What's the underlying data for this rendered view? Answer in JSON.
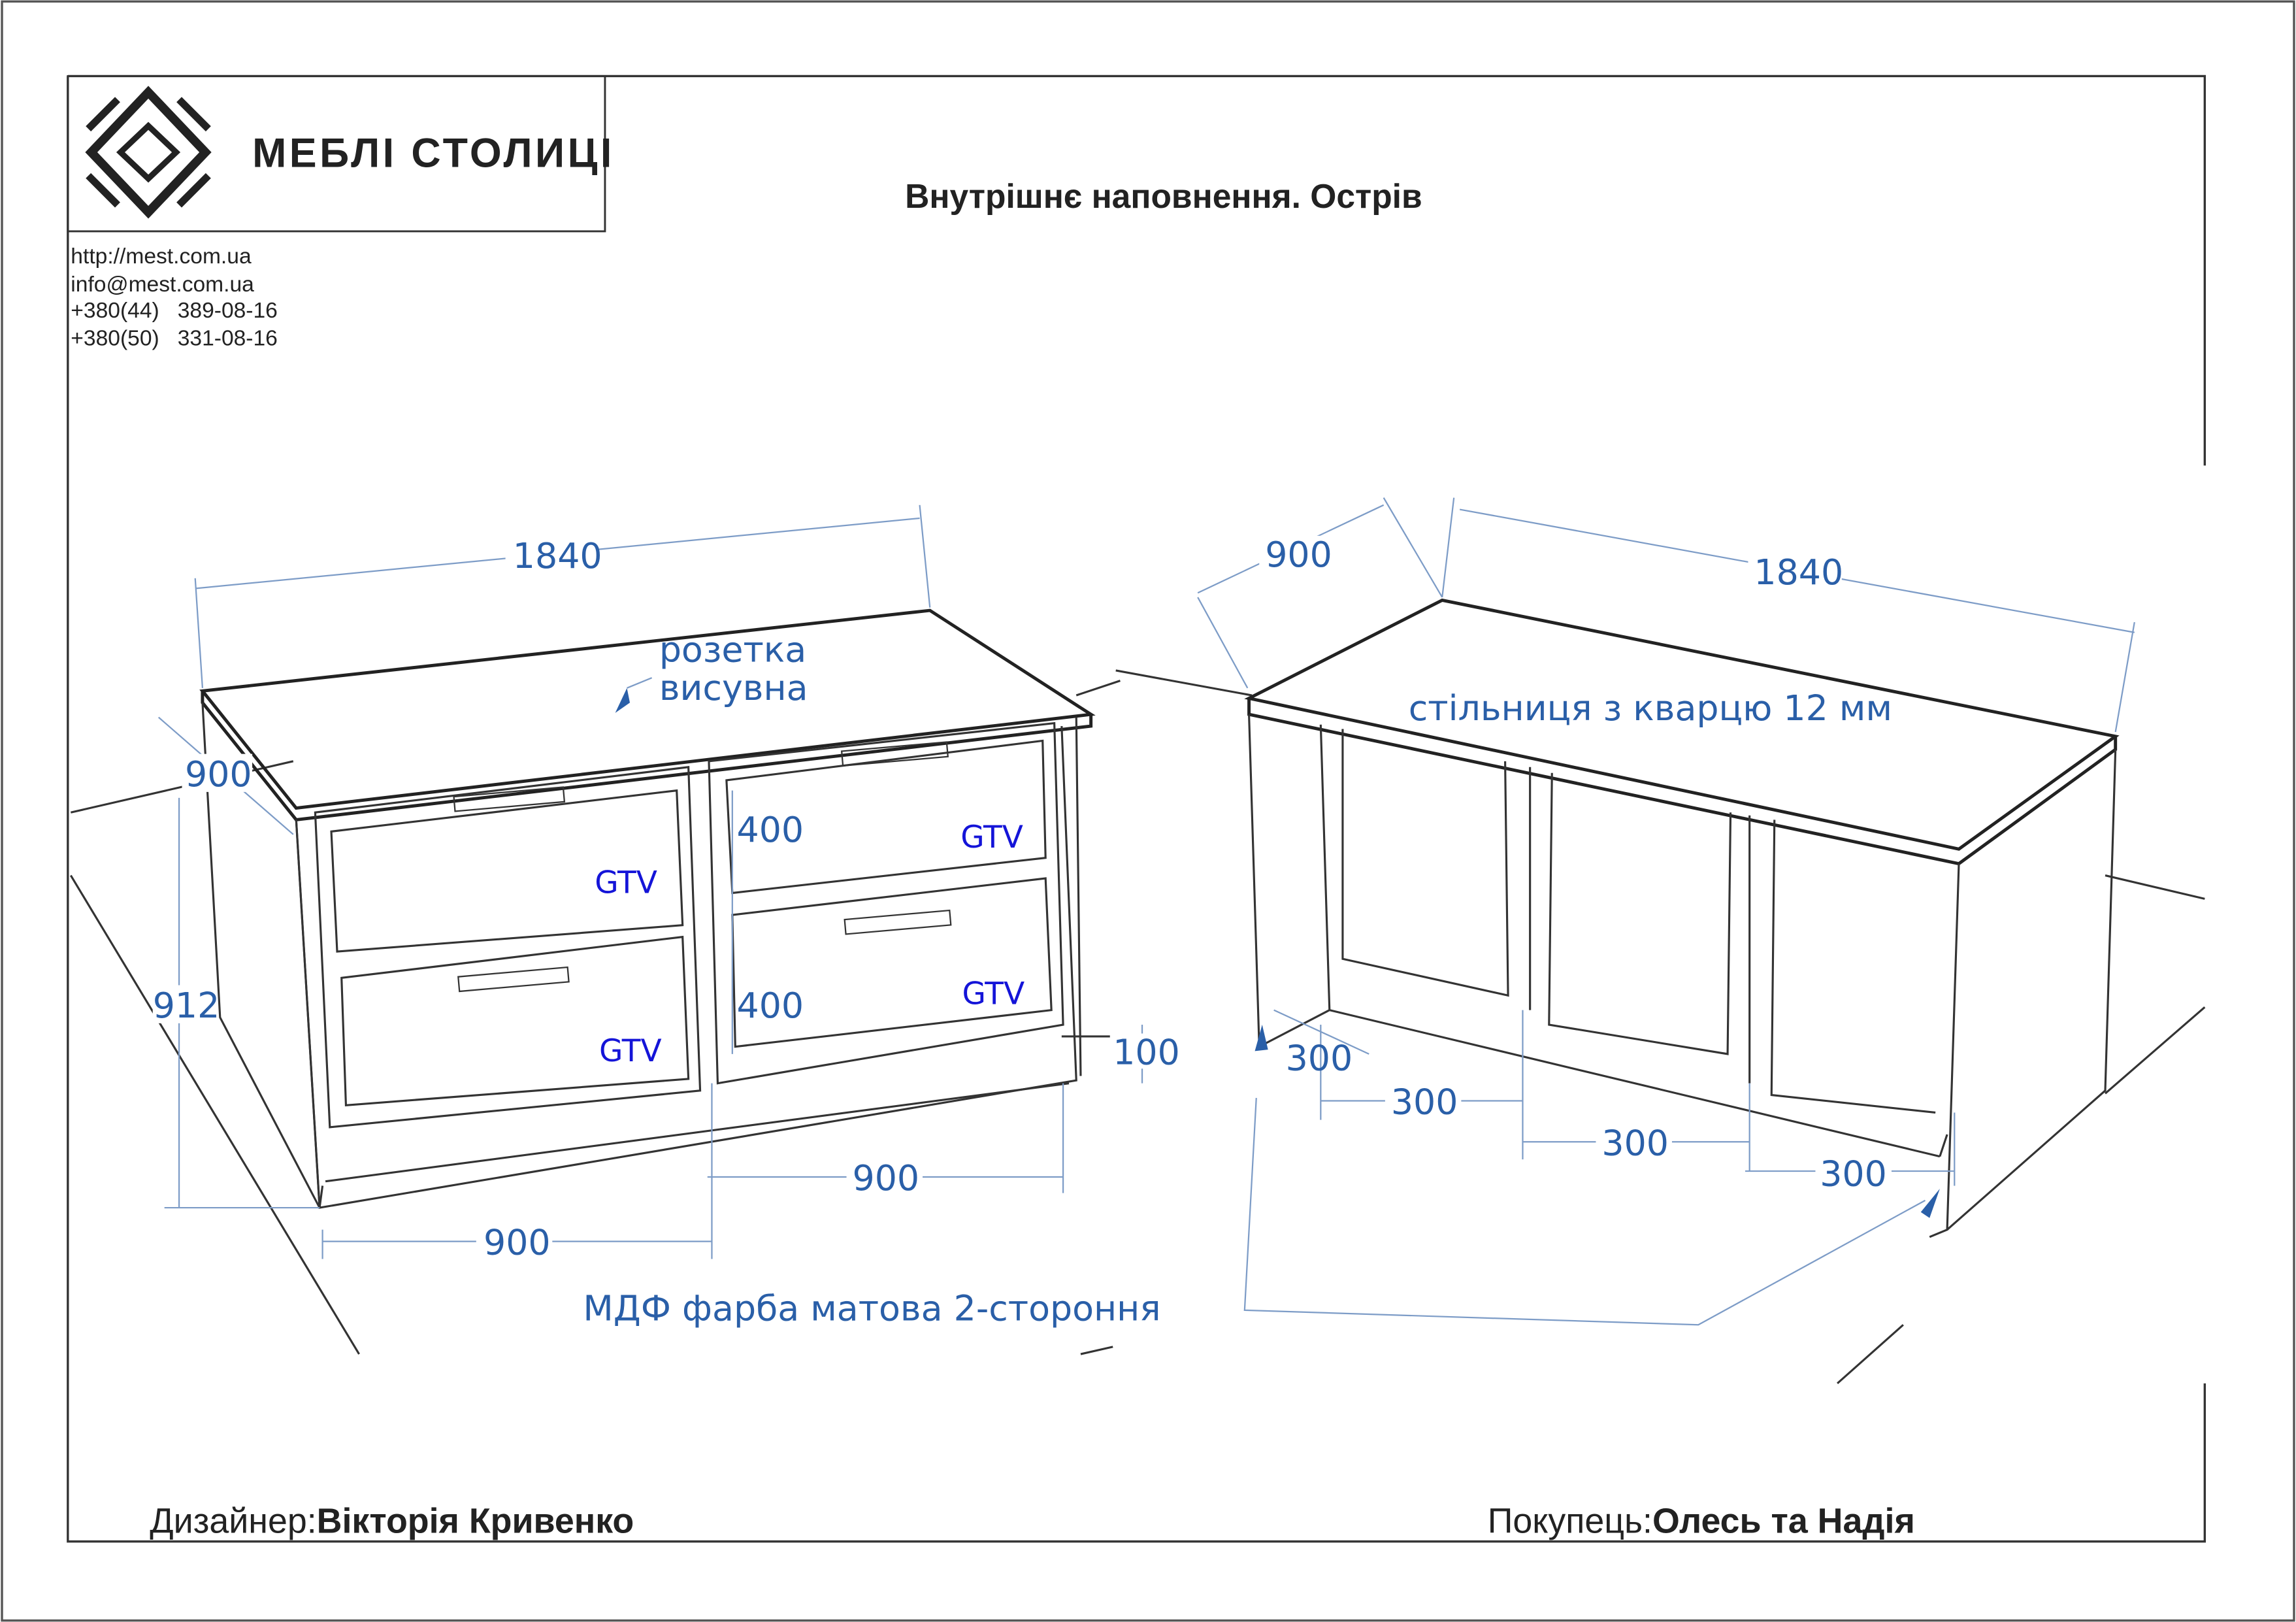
{
  "logo": {
    "brand": "МЕБЛІ СТОЛИЦІ"
  },
  "contacts": [
    "http://mest.com.ua",
    "info@mest.com.ua",
    "+380(44)   389-08-16",
    "+380(50)   331-08-16"
  ],
  "title": "Внутрішнє наповнення. Острів",
  "left_view": {
    "width": "1840",
    "depth": "900",
    "height": "912",
    "socket_label_1": "розетка",
    "socket_label_2": "висувна",
    "drawer_heights": [
      "400",
      "400"
    ],
    "plinth": "100",
    "section_widths": [
      "900",
      "900"
    ],
    "drawer_brand": [
      "GTV",
      "GTV",
      "GTV",
      "GTV"
    ]
  },
  "right_view": {
    "depth": "900",
    "width": "1840",
    "top_label": "стільниця з кварцю 12 мм",
    "sections": [
      "300",
      "300",
      "300",
      "300"
    ]
  },
  "material_note": "МДФ фарба матова 2-стороння",
  "footer": {
    "designer_label": "Дизайнер:",
    "designer_name": "Вікторія Кривенко",
    "customer_label": "Покупець:",
    "customer_name": "Олесь та Надія"
  },
  "colors": {
    "dimension": "#2a5fa8",
    "brand_text": "#1414d8"
  }
}
